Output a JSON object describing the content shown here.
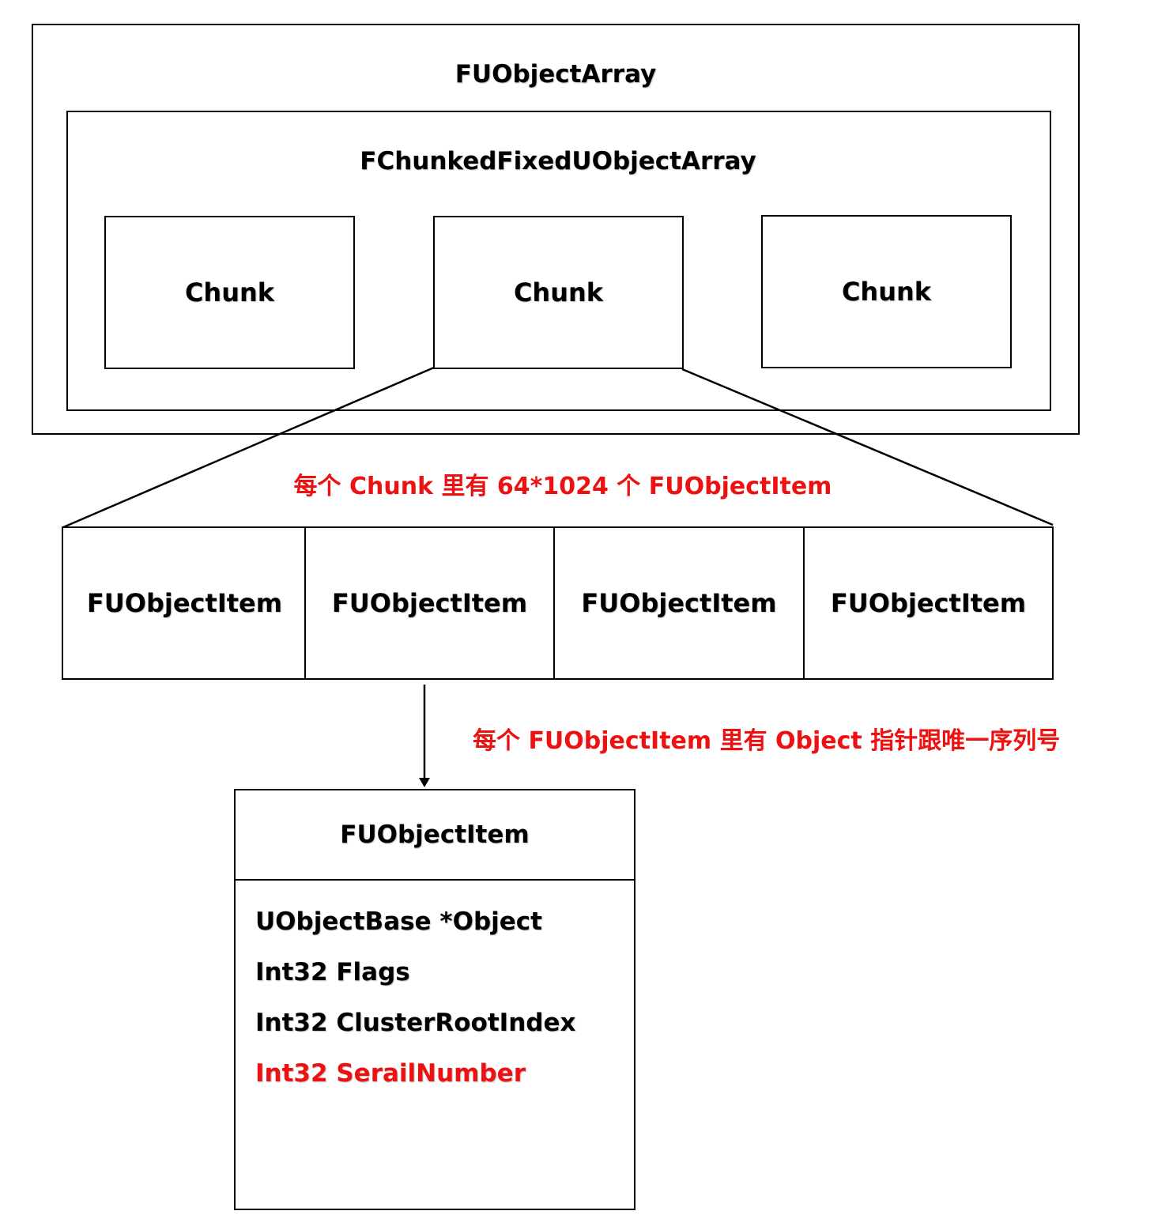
{
  "outer_box": {
    "title": "FUObjectArray"
  },
  "inner_box": {
    "title": "FChunkedFixedUObjectArray"
  },
  "chunks": [
    "Chunk",
    "Chunk",
    "Chunk"
  ],
  "chunk_annotation": "每个 Chunk 里有 64*1024  个 FUObjectItem",
  "items": [
    "FUObjectItem",
    "FUObjectItem",
    "FUObjectItem",
    "FUObjectItem"
  ],
  "item_annotation": "每个  FUObjectItem  里有 Object  指针跟唯一序列号",
  "struct": {
    "title": "FUObjectItem",
    "fields": [
      {
        "text": "UObjectBase *Object"
      },
      {
        "text": "Int32 Flags"
      },
      {
        "text": "Int32 ClusterRootIndex"
      },
      {
        "text": "Int32 SerailNumber"
      }
    ]
  },
  "colors": {
    "stroke": "#000000",
    "highlight": "#ee1111"
  }
}
